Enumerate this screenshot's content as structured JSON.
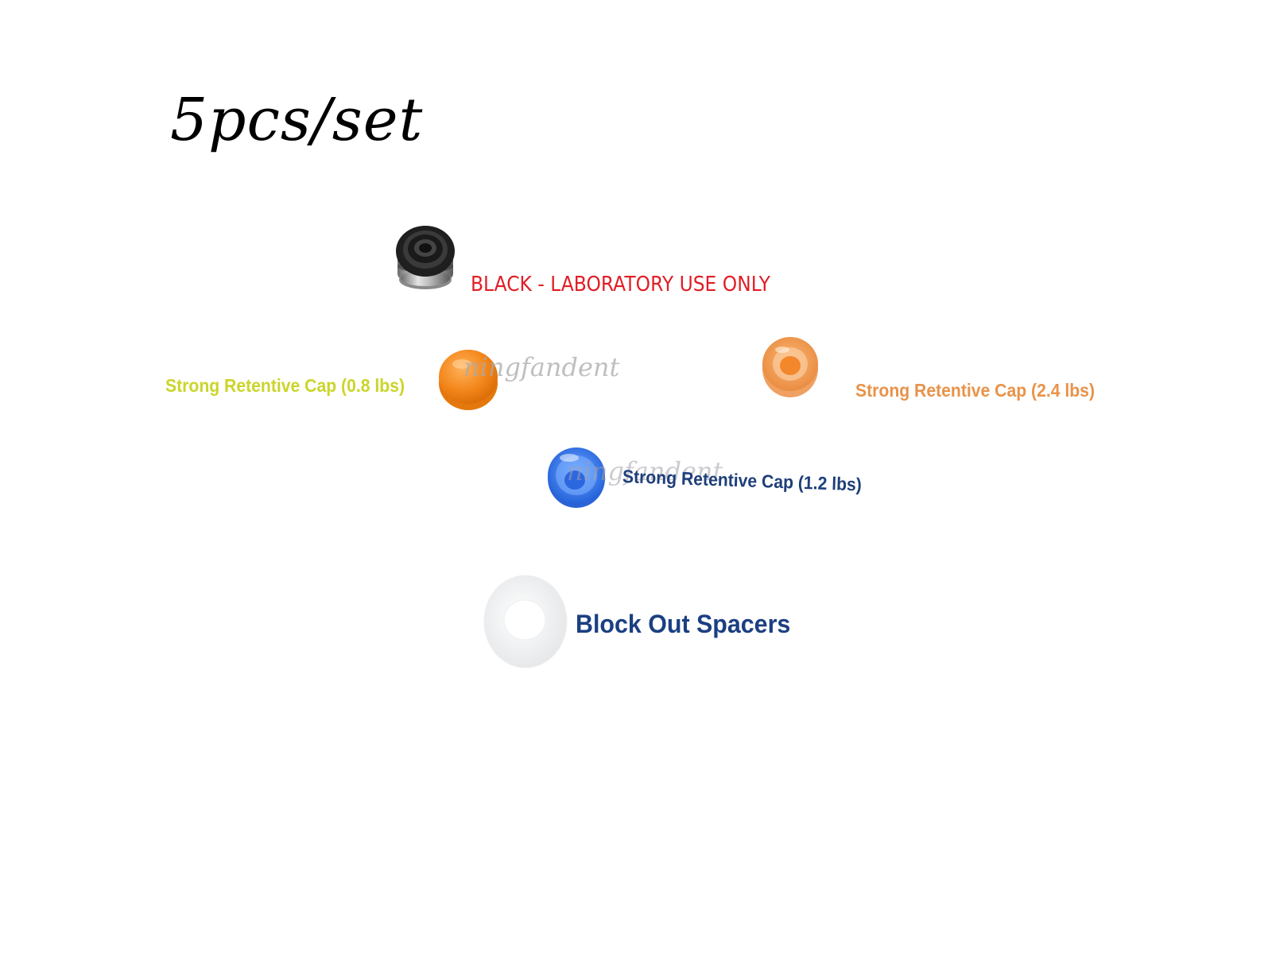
{
  "title": "5pcs/set",
  "watermark": "ningfandent",
  "parts": [
    {
      "id": "black",
      "label": "BLACK - LABORATORY USE ONLY",
      "label_color": "#e01e25",
      "icon": "black-cap-icon"
    },
    {
      "id": "cap-0-8",
      "label": "Strong Retentive Cap (0.8 lbs)",
      "label_color": "#cbd52a",
      "icon": "orange-cap-icon"
    },
    {
      "id": "cap-2-4",
      "label": "Strong Retentive Cap (2.4 lbs)",
      "label_color": "#e8934a",
      "icon": "light-orange-cap-icon"
    },
    {
      "id": "cap-1-2",
      "label": "Strong Retentive Cap (1.2 lbs)",
      "label_color": "#1e3f7a",
      "icon": "blue-cap-icon"
    },
    {
      "id": "spacer",
      "label": "Block Out Spacers",
      "label_color": "#1b3f82",
      "icon": "white-ring-icon"
    }
  ]
}
